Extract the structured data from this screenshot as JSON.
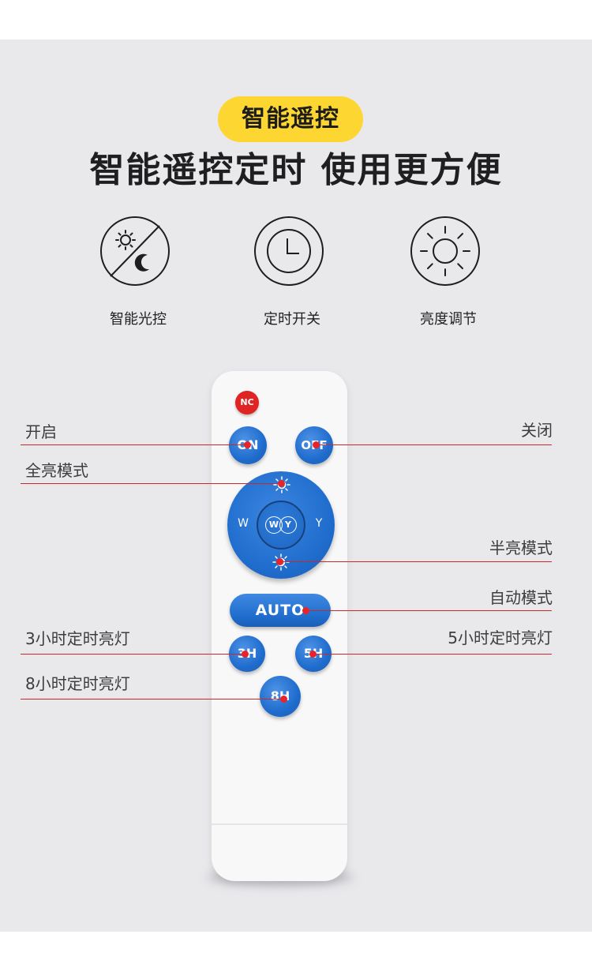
{
  "badge": {
    "text": "智能遥控"
  },
  "headline": {
    "text": "智能遥控定时 使用更方便"
  },
  "features": [
    {
      "label": "智能光控",
      "icon": "sun-moon-light-sensor-icon"
    },
    {
      "label": "定时开关",
      "icon": "clock-icon"
    },
    {
      "label": "亮度调节",
      "icon": "sun-brightness-icon"
    }
  ],
  "remote": {
    "nc_label": "NC",
    "on_label": "ON",
    "off_label": "OFF",
    "dpad_left_label": "W",
    "dpad_right_label": "Y",
    "dpad_center_w": "W",
    "dpad_center_y": "Y",
    "auto_label": "AUTO",
    "timer_3h_label": "3H",
    "timer_5h_label": "5H",
    "timer_8h_label": "8H"
  },
  "callouts": {
    "on": "开启",
    "off": "关闭",
    "full_bright": "全亮模式",
    "half_bright": "半亮模式",
    "auto": "自动模式",
    "timer_3h": "3小时定时亮灯",
    "timer_5h": "5小时定时亮灯",
    "timer_8h": "8小时定时亮灯"
  },
  "colors": {
    "badge": "#fdd631",
    "panel_bg": "#e9e9ec",
    "button_blue": "#1f6ccd",
    "nc_red": "#e02424",
    "callout_line": "#c8292a"
  }
}
